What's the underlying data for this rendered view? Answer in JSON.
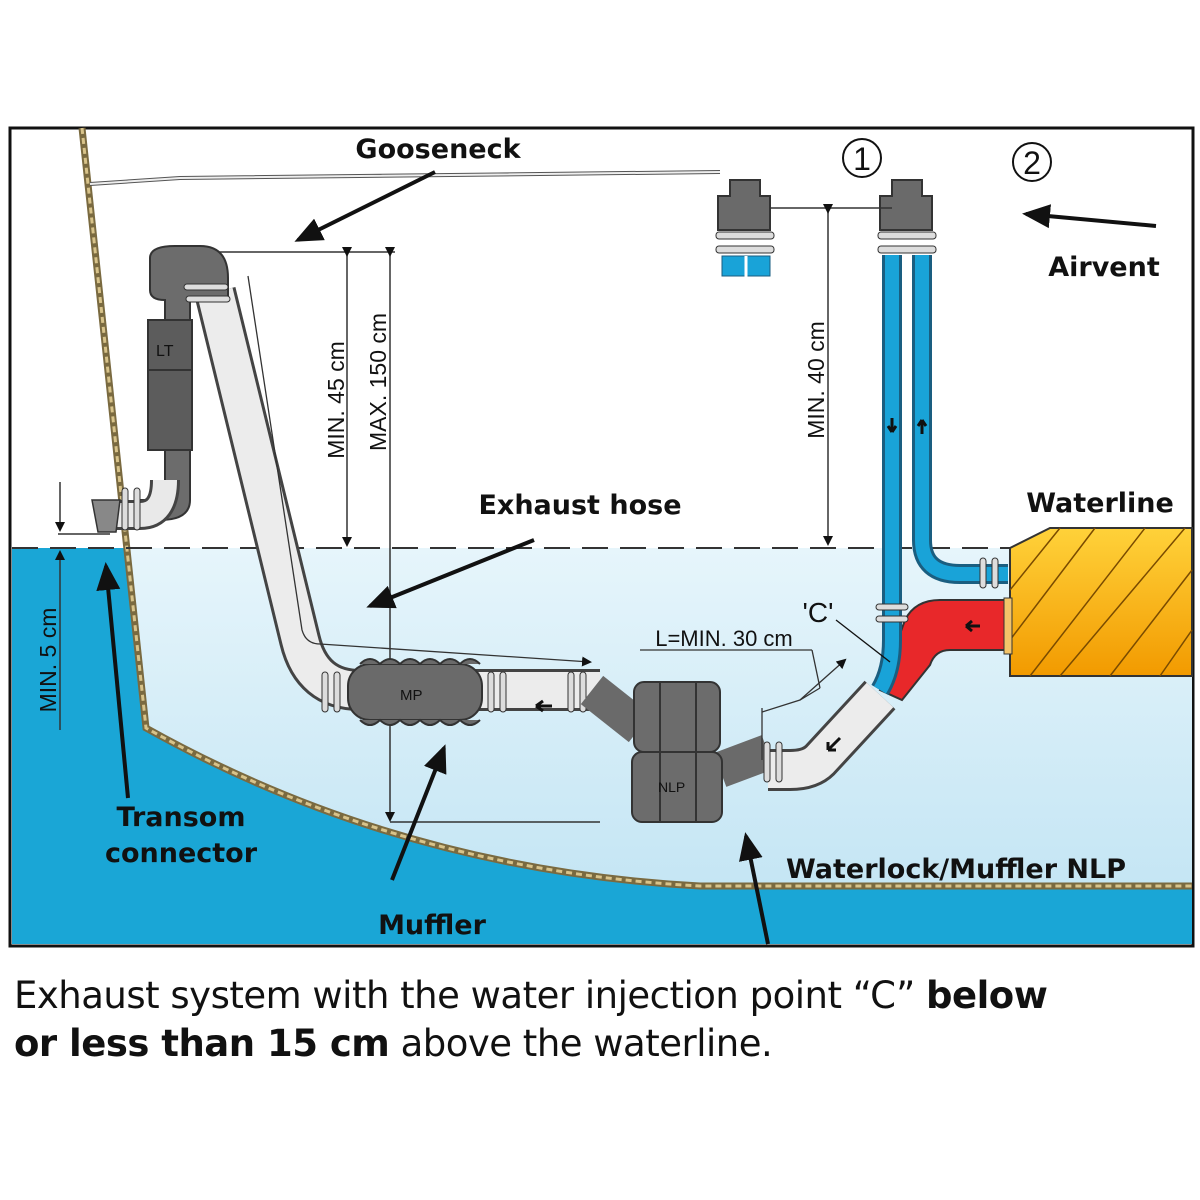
{
  "diagram": {
    "labels": {
      "gooseneck": "Gooseneck",
      "airvent": "Airvent",
      "marker_1": "1",
      "marker_2": "2",
      "waterline": "Waterline",
      "exhaust_hose": "Exhaust hose",
      "transom_line1": "Transom",
      "transom_line2": "connector",
      "muffler": "Muffler",
      "waterlock": "Waterlock/Muffler NLP",
      "injection_point": "'C'",
      "lt_part": "LT",
      "mp_part": "MP",
      "nlp_part": "NLP"
    },
    "dimensions": {
      "min_45": "MIN. 45 cm",
      "max_150": "MAX. 150 cm",
      "min_40": "MIN. 40 cm",
      "min_5": "MIN. 5 cm",
      "min_30": "L=MIN. 30 cm"
    },
    "colors": {
      "sea": "#1aa6d6",
      "inside_water": "#cfeaf6",
      "cooling_hose": "#19a3d8",
      "hot_exhaust": "#e8282a",
      "engine": "#f6a800",
      "component_gray": "#6f6f6f",
      "hose_white": "#e9e9e9"
    }
  },
  "caption": {
    "part1": "Exhaust system with the water injection point “C” ",
    "bold1": "below",
    "bold2": "or less than 15 cm",
    "part2": " above the waterline."
  }
}
